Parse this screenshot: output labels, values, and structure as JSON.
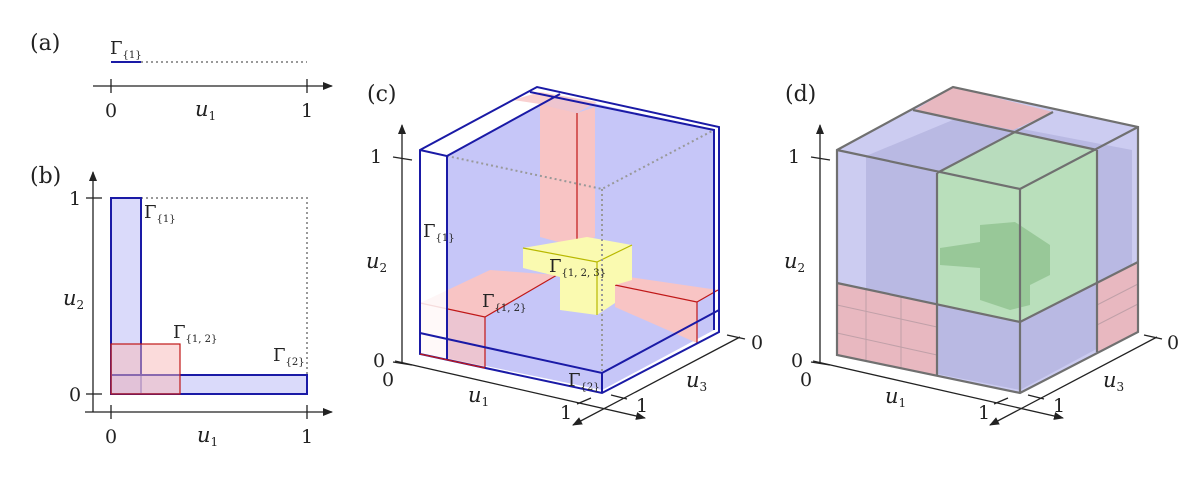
{
  "panels": {
    "a": {
      "label": "(a)",
      "gamma1": {
        "main": "Γ",
        "sub": "{1}"
      },
      "tick0": "0",
      "tick1": "1",
      "xvar": {
        "main": "u",
        "sub": "1"
      }
    },
    "b": {
      "label": "(b)",
      "gamma1": {
        "main": "Γ",
        "sub": "{1}"
      },
      "gamma12": {
        "main": "Γ",
        "sub": "{1, 2}"
      },
      "gamma2": {
        "main": "Γ",
        "sub": "{2}"
      },
      "xtick0": "0",
      "xtick1": "1",
      "ytick0": "0",
      "ytick1": "1",
      "xvar": {
        "main": "u",
        "sub": "1"
      },
      "yvar": {
        "main": "u",
        "sub": "2"
      }
    },
    "c": {
      "label": "(c)",
      "gamma1": {
        "main": "Γ",
        "sub": "{1}"
      },
      "gamma12": {
        "main": "Γ",
        "sub": "{1, 2}"
      },
      "gamma123": {
        "main": "Γ",
        "sub": "{1, 2, 3}"
      },
      "gamma2": {
        "main": "Γ",
        "sub": "{2}"
      },
      "ytick0": "0",
      "ytick1": "1",
      "x1tick0": "0",
      "x1tick1": "1",
      "x3tick0": "0",
      "x3tick1": "1",
      "u1": {
        "main": "u",
        "sub": "1"
      },
      "u2": {
        "main": "u",
        "sub": "2"
      },
      "u3": {
        "main": "u",
        "sub": "3"
      }
    },
    "d": {
      "label": "(d)",
      "ytick0": "0",
      "ytick1": "1",
      "x1tick0": "0",
      "x1tick1": "1",
      "x3tick0": "0",
      "x3tick1": "1",
      "u1": {
        "main": "u",
        "sub": "1"
      },
      "u2": {
        "main": "u",
        "sub": "2"
      },
      "u3": {
        "main": "u",
        "sub": "3"
      }
    }
  },
  "colors": {
    "blue": "#1a1aa6",
    "blue_fill": "#c6c6f8",
    "red": "#c01818",
    "red_fill": "#f8c4c4",
    "yellow_fill": "#fafab0",
    "green_fill": "#b8e0b8",
    "gray_line": "#707070"
  }
}
